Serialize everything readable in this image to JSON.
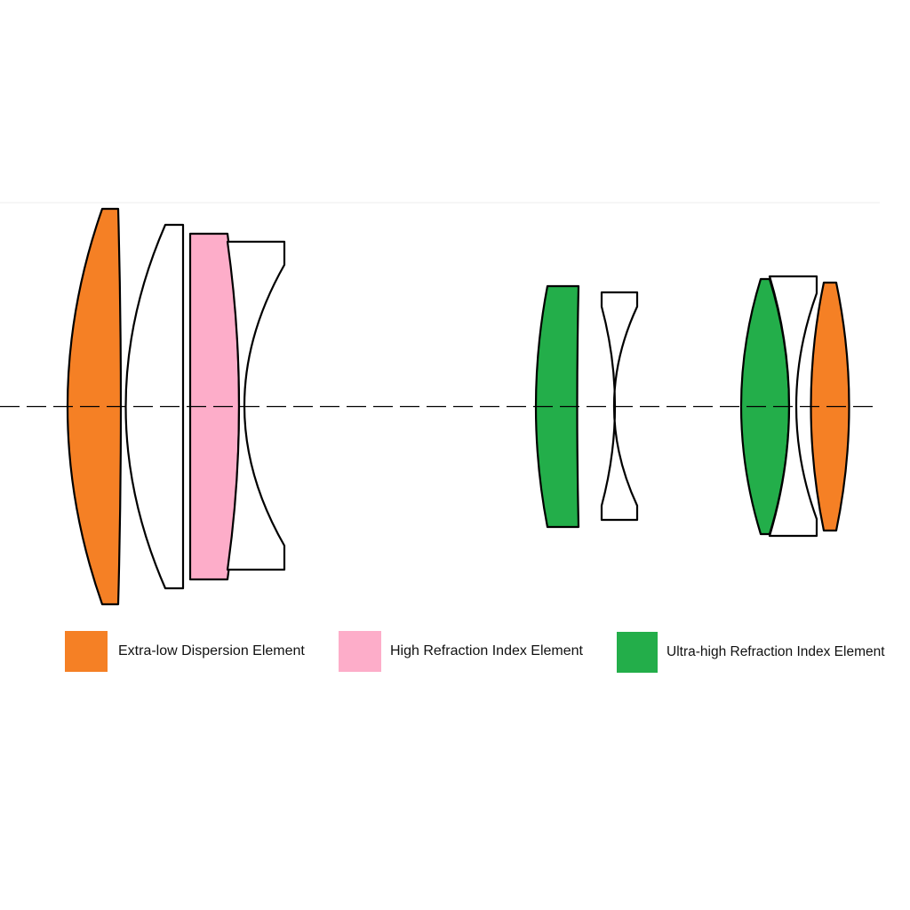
{
  "colors": {
    "extra_low_dispersion": "#f58025",
    "high_refraction": "#fdadc9",
    "ultra_high_refraction": "#23ae4a",
    "plain_element": "#ffffff",
    "outline": "#000000"
  },
  "legend": [
    {
      "label": "Extra-low Dispersion Element",
      "color": "#f58025"
    },
    {
      "label": "High Refraction Index Element",
      "color": "#fdadc9"
    },
    {
      "label": "Ultra-high Refraction Index Element",
      "color": "#23ae4a"
    }
  ]
}
